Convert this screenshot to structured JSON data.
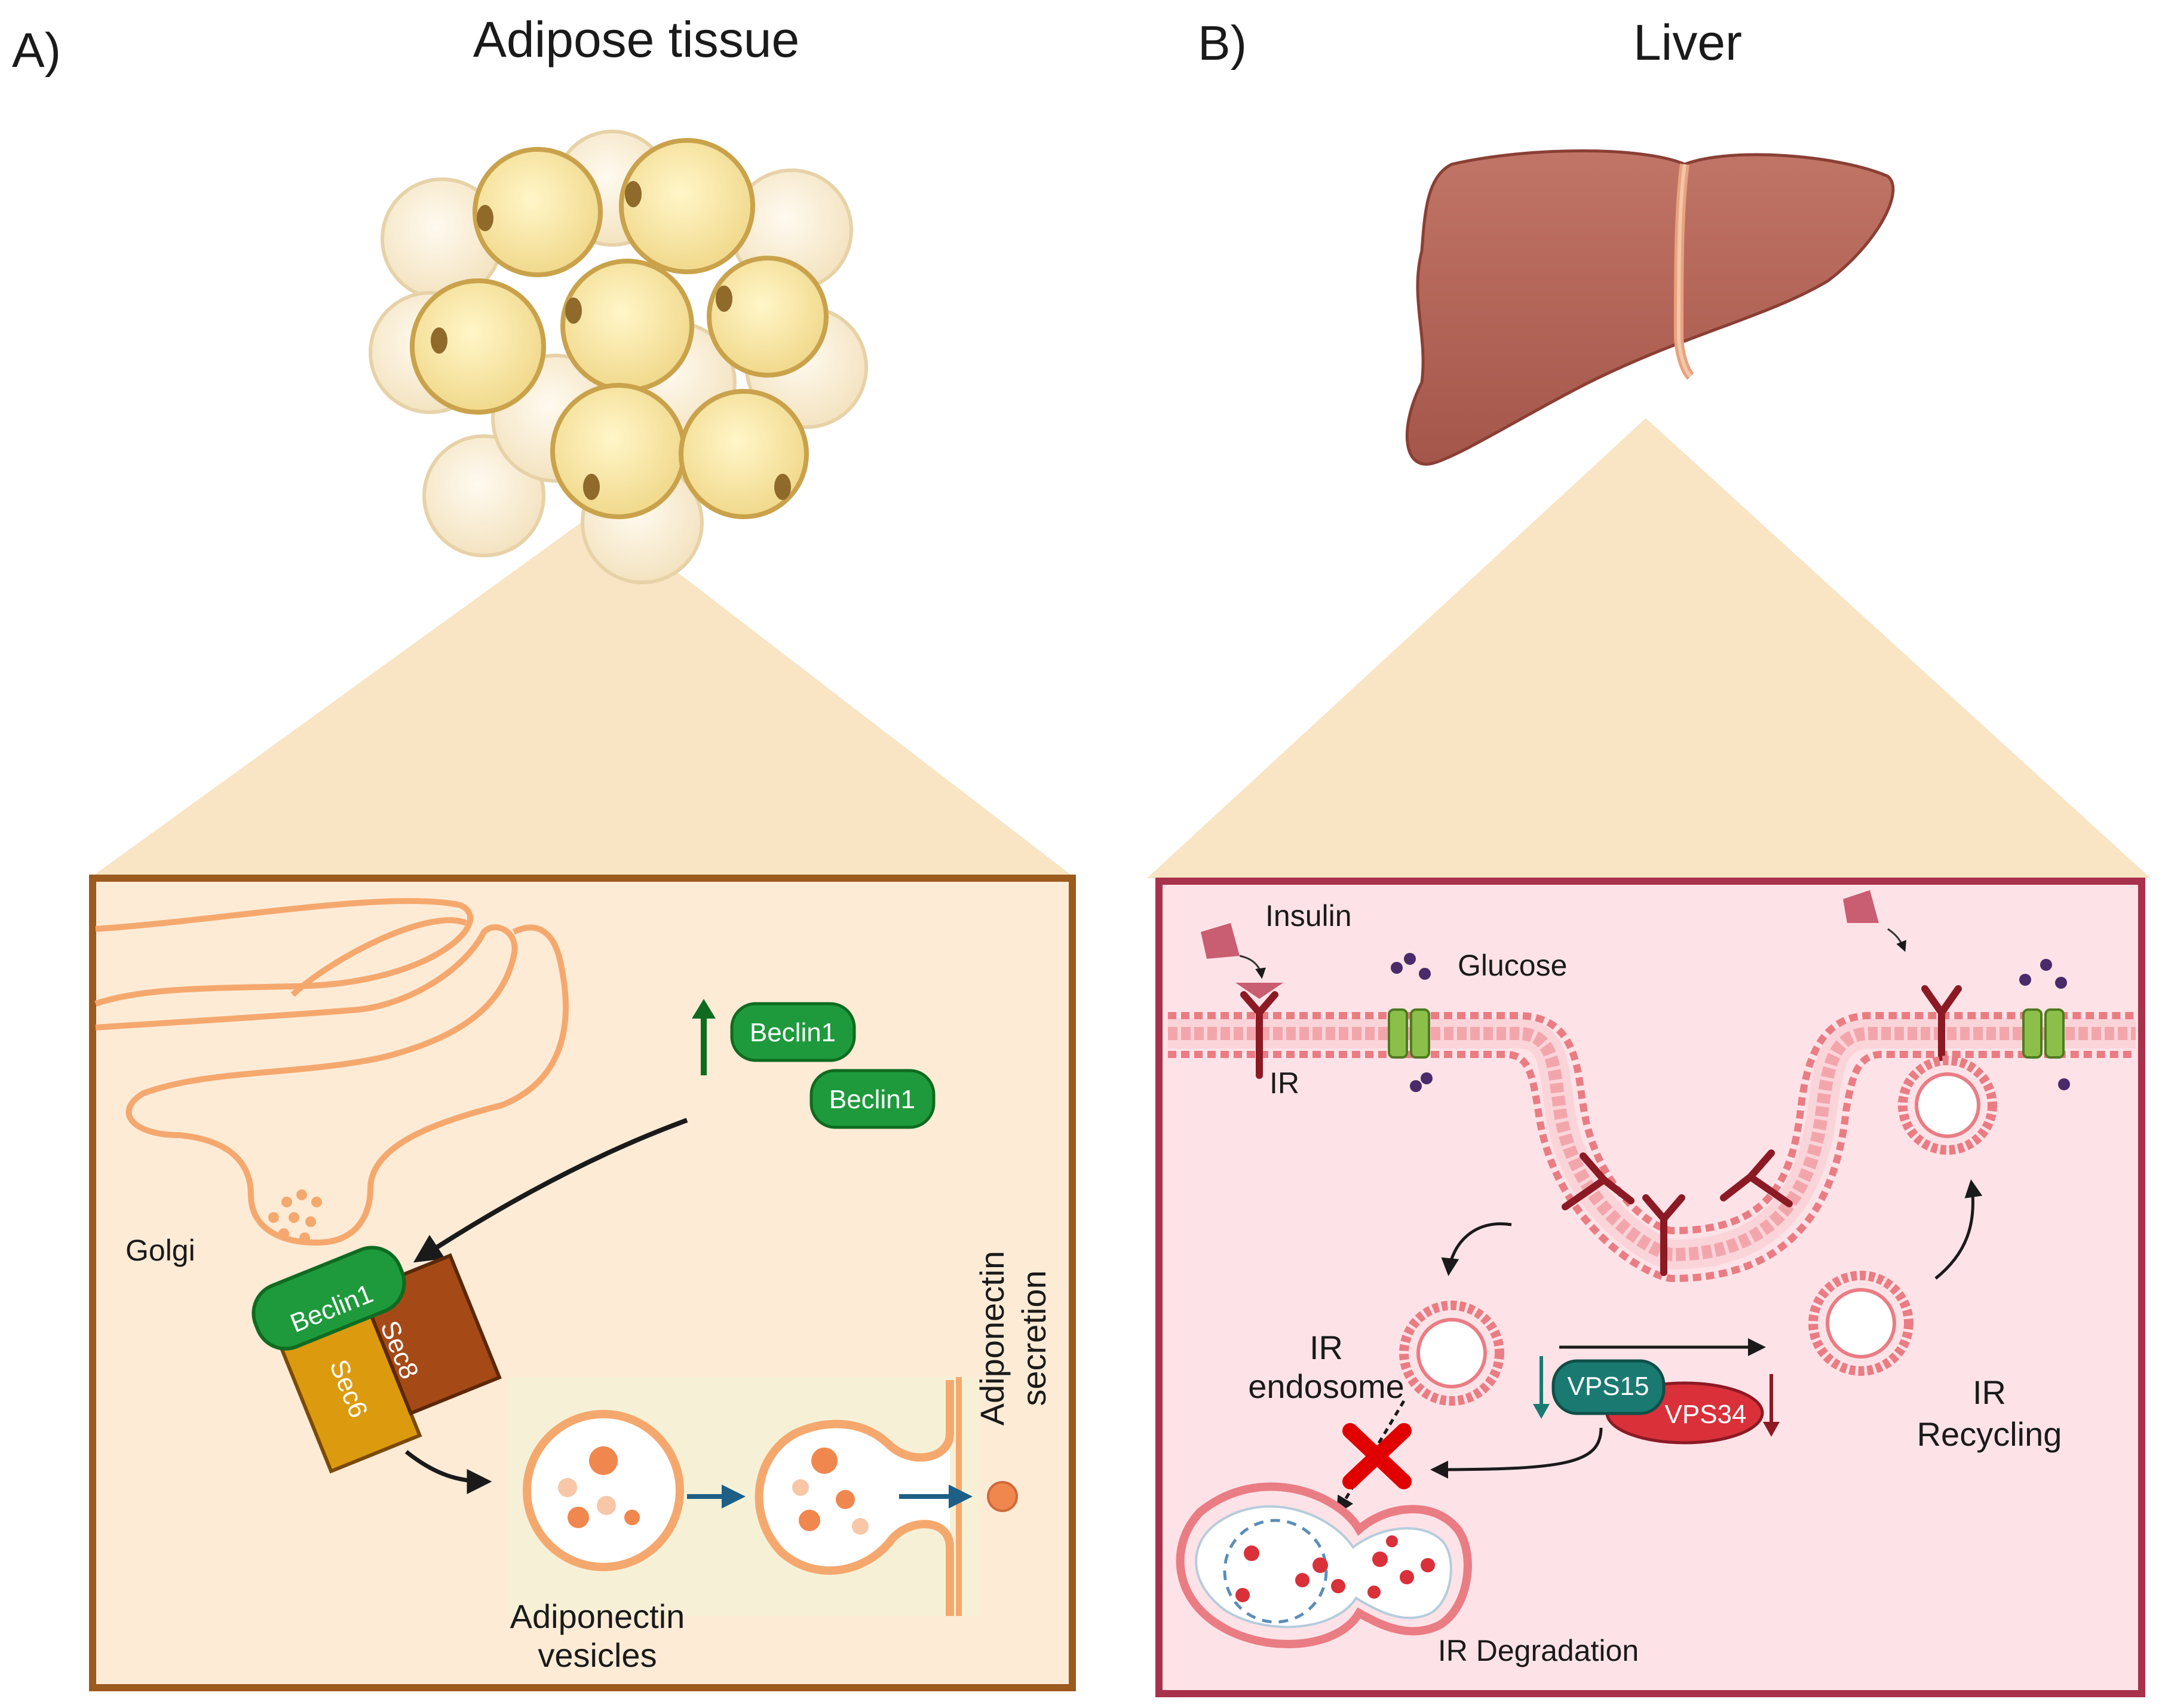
{
  "panel_a": {
    "letter": "A)",
    "title": "Adipose tissue",
    "labels": {
      "golgi": "Golgi",
      "beclin1_up": "Beclin1",
      "beclin1": "Beclin1",
      "beclin1_complex": "Beclin1",
      "sec6": "Sec6",
      "sec8": "Sec8",
      "vesicles_line1": "Adiponectin",
      "vesicles_line2": "vesicles",
      "secretion_line1": "Adiponectin",
      "secretion_line2": "secretion"
    },
    "colors": {
      "border": "#9b5a1e",
      "inner_bg": "#fdebd6",
      "golgi": "#f5a86e",
      "beclin": "#1e9a3c",
      "sec6": "#dc9a0e",
      "sec8": "#a54a17"
    }
  },
  "panel_b": {
    "letter": "B)",
    "title": "Liver",
    "labels": {
      "insulin": "Insulin",
      "glucose": "Glucose",
      "ir": "IR",
      "ir_endosome_line1": "IR",
      "ir_endosome_line2": "endosome",
      "vps15": "VPS15",
      "vps34": "VPS34",
      "ir_recycling_line1": "IR",
      "ir_recycling_line2": "Recycling",
      "ir_degradation": "IR Degradation"
    },
    "colors": {
      "border": "#a8314c",
      "inner_bg": "#fde3e7",
      "membrane": "#e8707a",
      "receptor": "#8b1a24",
      "vps15": "#1a7a72",
      "vps34": "#d9303a"
    }
  }
}
